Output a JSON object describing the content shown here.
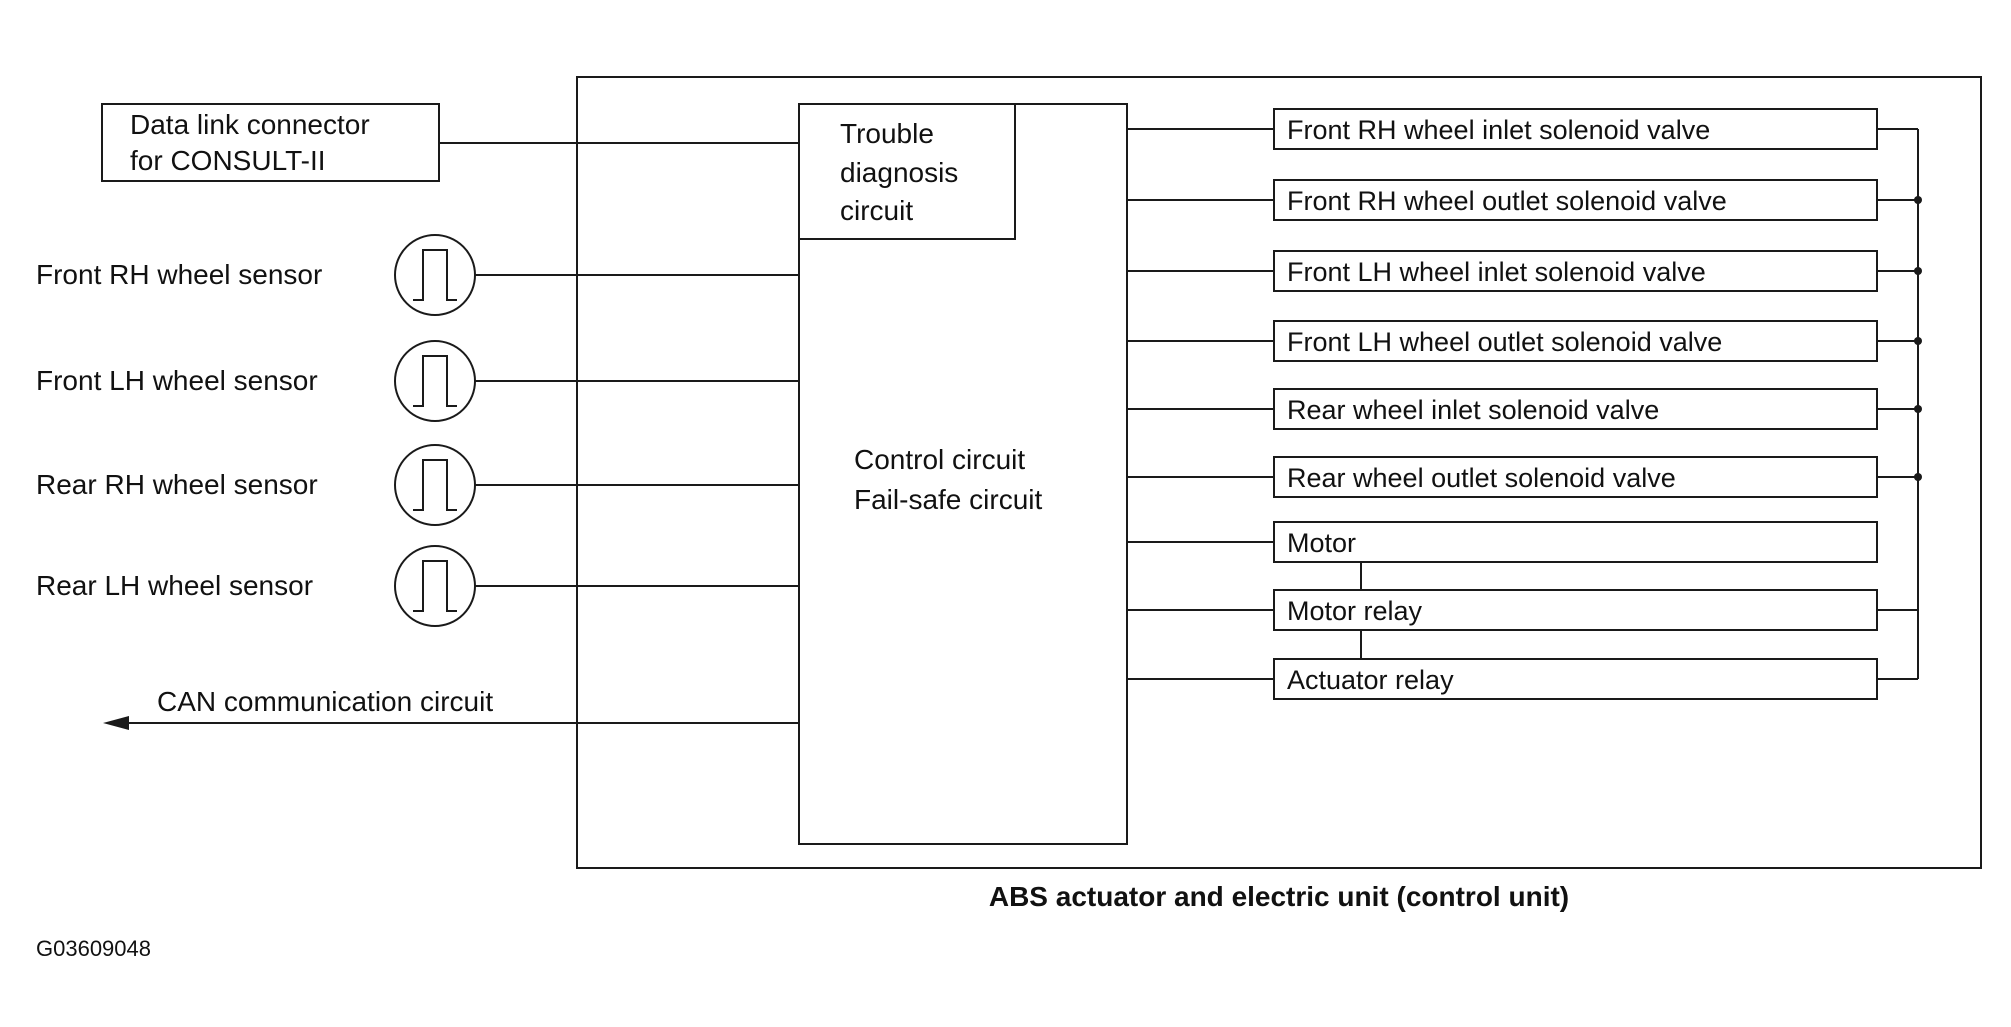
{
  "data_link": {
    "line1": "Data link connector",
    "line2": "for CONSULT-II"
  },
  "sensors": [
    {
      "label": "Front RH wheel sensor"
    },
    {
      "label": "Front LH wheel sensor"
    },
    {
      "label": "Rear RH wheel sensor"
    },
    {
      "label": "Rear LH wheel sensor"
    }
  ],
  "can": {
    "label": "CAN communication circuit"
  },
  "trouble": {
    "line1": "Trouble",
    "line2": "diagnosis",
    "line3": "circuit"
  },
  "control": {
    "line1": "Control circuit",
    "line2": "Fail-safe circuit"
  },
  "outputs": [
    {
      "label": "Front RH wheel inlet solenoid valve"
    },
    {
      "label": "Front RH wheel outlet solenoid valve"
    },
    {
      "label": "Front LH wheel inlet solenoid valve"
    },
    {
      "label": "Front LH wheel outlet solenoid valve"
    },
    {
      "label": "Rear wheel inlet solenoid valve"
    },
    {
      "label": "Rear wheel outlet solenoid valve"
    },
    {
      "label": "Motor"
    },
    {
      "label": "Motor relay"
    },
    {
      "label": "Actuator relay"
    }
  ],
  "unit_caption": "ABS actuator and electric unit (control unit)",
  "figure_code": "G03609048"
}
